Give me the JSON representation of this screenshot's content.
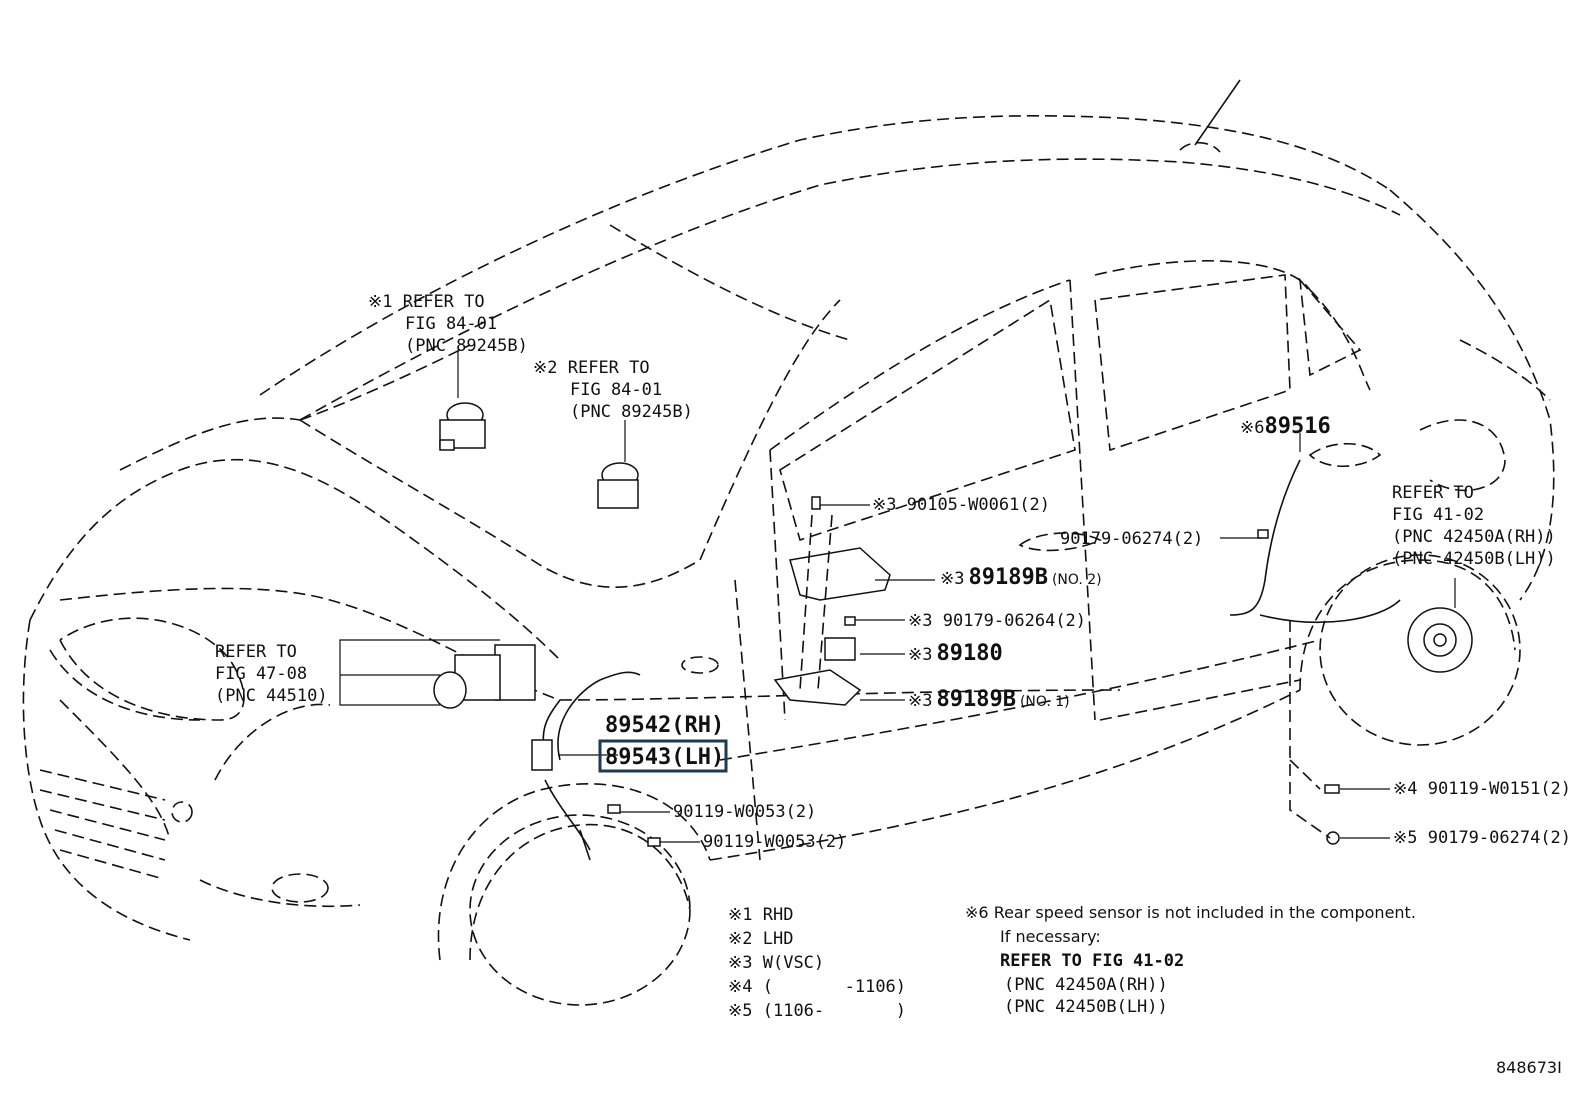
{
  "callouts": {
    "refer_rhd": {
      "mark": "※1",
      "line1": "REFER TO",
      "line2": "FIG 84-01",
      "line3": "(PNC 89245B)"
    },
    "refer_lhd": {
      "mark": "※2",
      "line1": "REFER TO",
      "line2": "FIG 84-01",
      "line3": "(PNC 89245B)"
    },
    "refer_abs": {
      "line1": "REFER TO",
      "line2": "FIG 47-08",
      "line3": "(PNC 44510)"
    },
    "refer_hub": {
      "line1": "REFER TO",
      "line2": "FIG 41-02",
      "line3": "(PNC 42450A(RH))",
      "line4": "(PNC 42450B(LH))"
    }
  },
  "parts": {
    "p90105": {
      "mark": "※3",
      "number": "90105-W0061(2)"
    },
    "p89189b_no2": {
      "mark": "※3",
      "number": "89189B",
      "suffix": "(NO. 2)"
    },
    "p90179_06264": {
      "mark": "※3",
      "number": "90179-06264(2)"
    },
    "p89180": {
      "mark": "※3",
      "number": "89180"
    },
    "p89189b_no1": {
      "mark": "※3",
      "number": "89189B",
      "suffix": "(NO. 1)"
    },
    "p89542": {
      "number": "89542(RH)"
    },
    "p89543": {
      "number": "89543(LH)"
    },
    "p90119_a": {
      "number": "90119-W0053(2)"
    },
    "p90119_b": {
      "number": "90119-W0053(2)"
    },
    "p90179_06274_top": {
      "number": "90179-06274(2)"
    },
    "p89516": {
      "mark": "※6",
      "number": "89516"
    },
    "p90119_w0151": {
      "mark": "※4",
      "number": "90119-W0151(2)"
    },
    "p90179_06274_bot": {
      "mark": "※5",
      "number": "90179-06274(2)"
    }
  },
  "legend": [
    {
      "mark": "※1",
      "text": "RHD"
    },
    {
      "mark": "※2",
      "text": "LHD"
    },
    {
      "mark": "※3",
      "text": "W(VSC)"
    },
    {
      "mark": "※4",
      "text": "(       -1106)"
    },
    {
      "mark": "※5",
      "text": "(1106-       )"
    }
  ],
  "note": {
    "mark": "※6",
    "line1": "Rear speed sensor is not included in the component.",
    "line2": "If necessary:",
    "line3": "REFER TO FIG 41-02",
    "line4": "(PNC 42450A(RH))",
    "line5": "(PNC 42450B(LH))"
  },
  "figure_id": "848673I",
  "highlight_color": "#1d3a52"
}
